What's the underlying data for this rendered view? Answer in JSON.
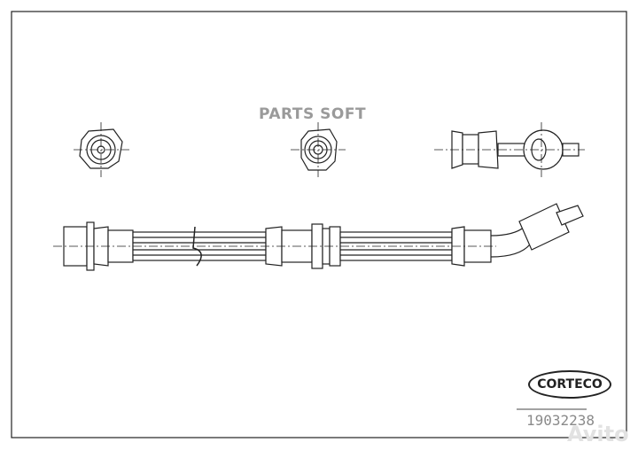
{
  "watermark": "PARTS SOFT",
  "brand_logo": "CORTECO",
  "part_number": "19032238",
  "avito_watermark": "Avito"
}
